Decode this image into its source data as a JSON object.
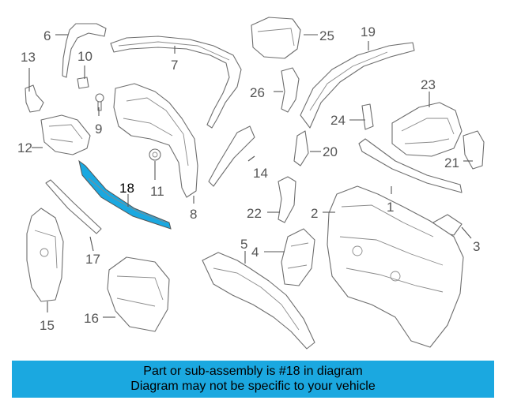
{
  "colors": {
    "highlight": "#1ba8e0",
    "caption_bg": "#1ba8e0",
    "line": "#6e6e6e"
  },
  "callouts": {
    "c1": "1",
    "c2": "2",
    "c3": "3",
    "c4": "4",
    "c5": "5",
    "c6": "6",
    "c7": "7",
    "c8": "8",
    "c9": "9",
    "c10": "10",
    "c11": "11",
    "c12": "12",
    "c13": "13",
    "c14": "14",
    "c15": "15",
    "c16": "16",
    "c17": "17",
    "c18": "18",
    "c19": "19",
    "c20": "20",
    "c21": "21",
    "c22": "22",
    "c23": "23",
    "c24": "24",
    "c25": "25",
    "c26": "26"
  },
  "highlighted_part": "18",
  "caption": {
    "line1": "Part or sub-assembly is #18 in diagram",
    "line2": "Diagram may not be specific to your vehicle"
  }
}
